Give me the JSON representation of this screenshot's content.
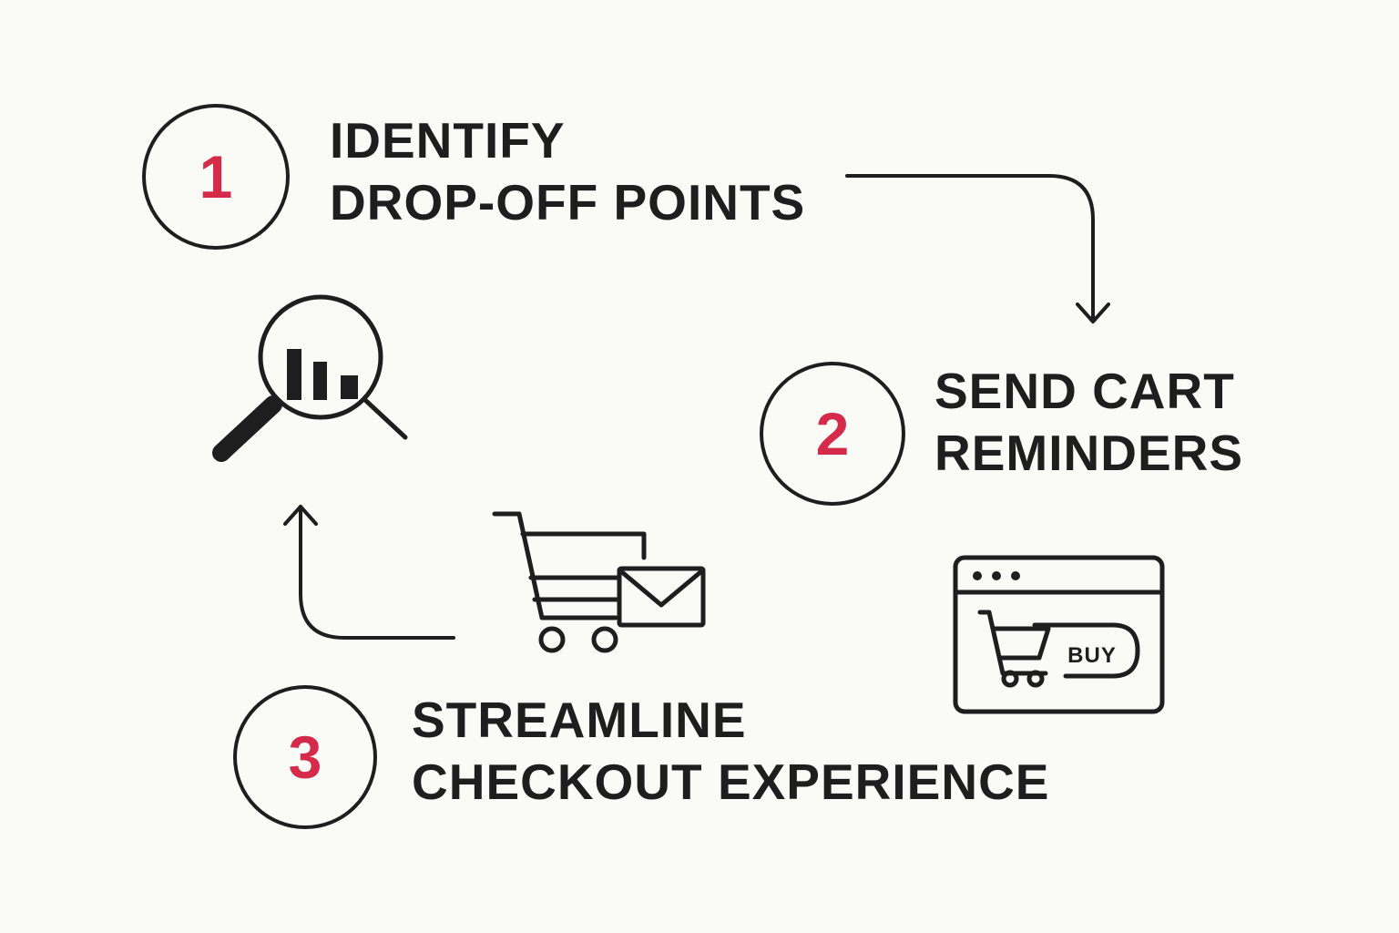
{
  "steps": [
    {
      "number": "1",
      "title_line1": "IDENTIFY",
      "title_line2": "DROP-OFF POINTS",
      "icon": "magnifier-bar-chart-icon"
    },
    {
      "number": "2",
      "title_line1": "SEND CART",
      "title_line2": "REMINDERS",
      "icon": "cart-envelope-icon"
    },
    {
      "number": "3",
      "title_line1": "STREAMLINE",
      "title_line2": "CHECKOUT EXPERIENCE",
      "icon": "browser-cart-buy-icon"
    }
  ],
  "buy_button_label": "BUY",
  "colors": {
    "accent": "#d62a4a",
    "ink": "#1e1e1e",
    "background": "#fafaf7"
  }
}
